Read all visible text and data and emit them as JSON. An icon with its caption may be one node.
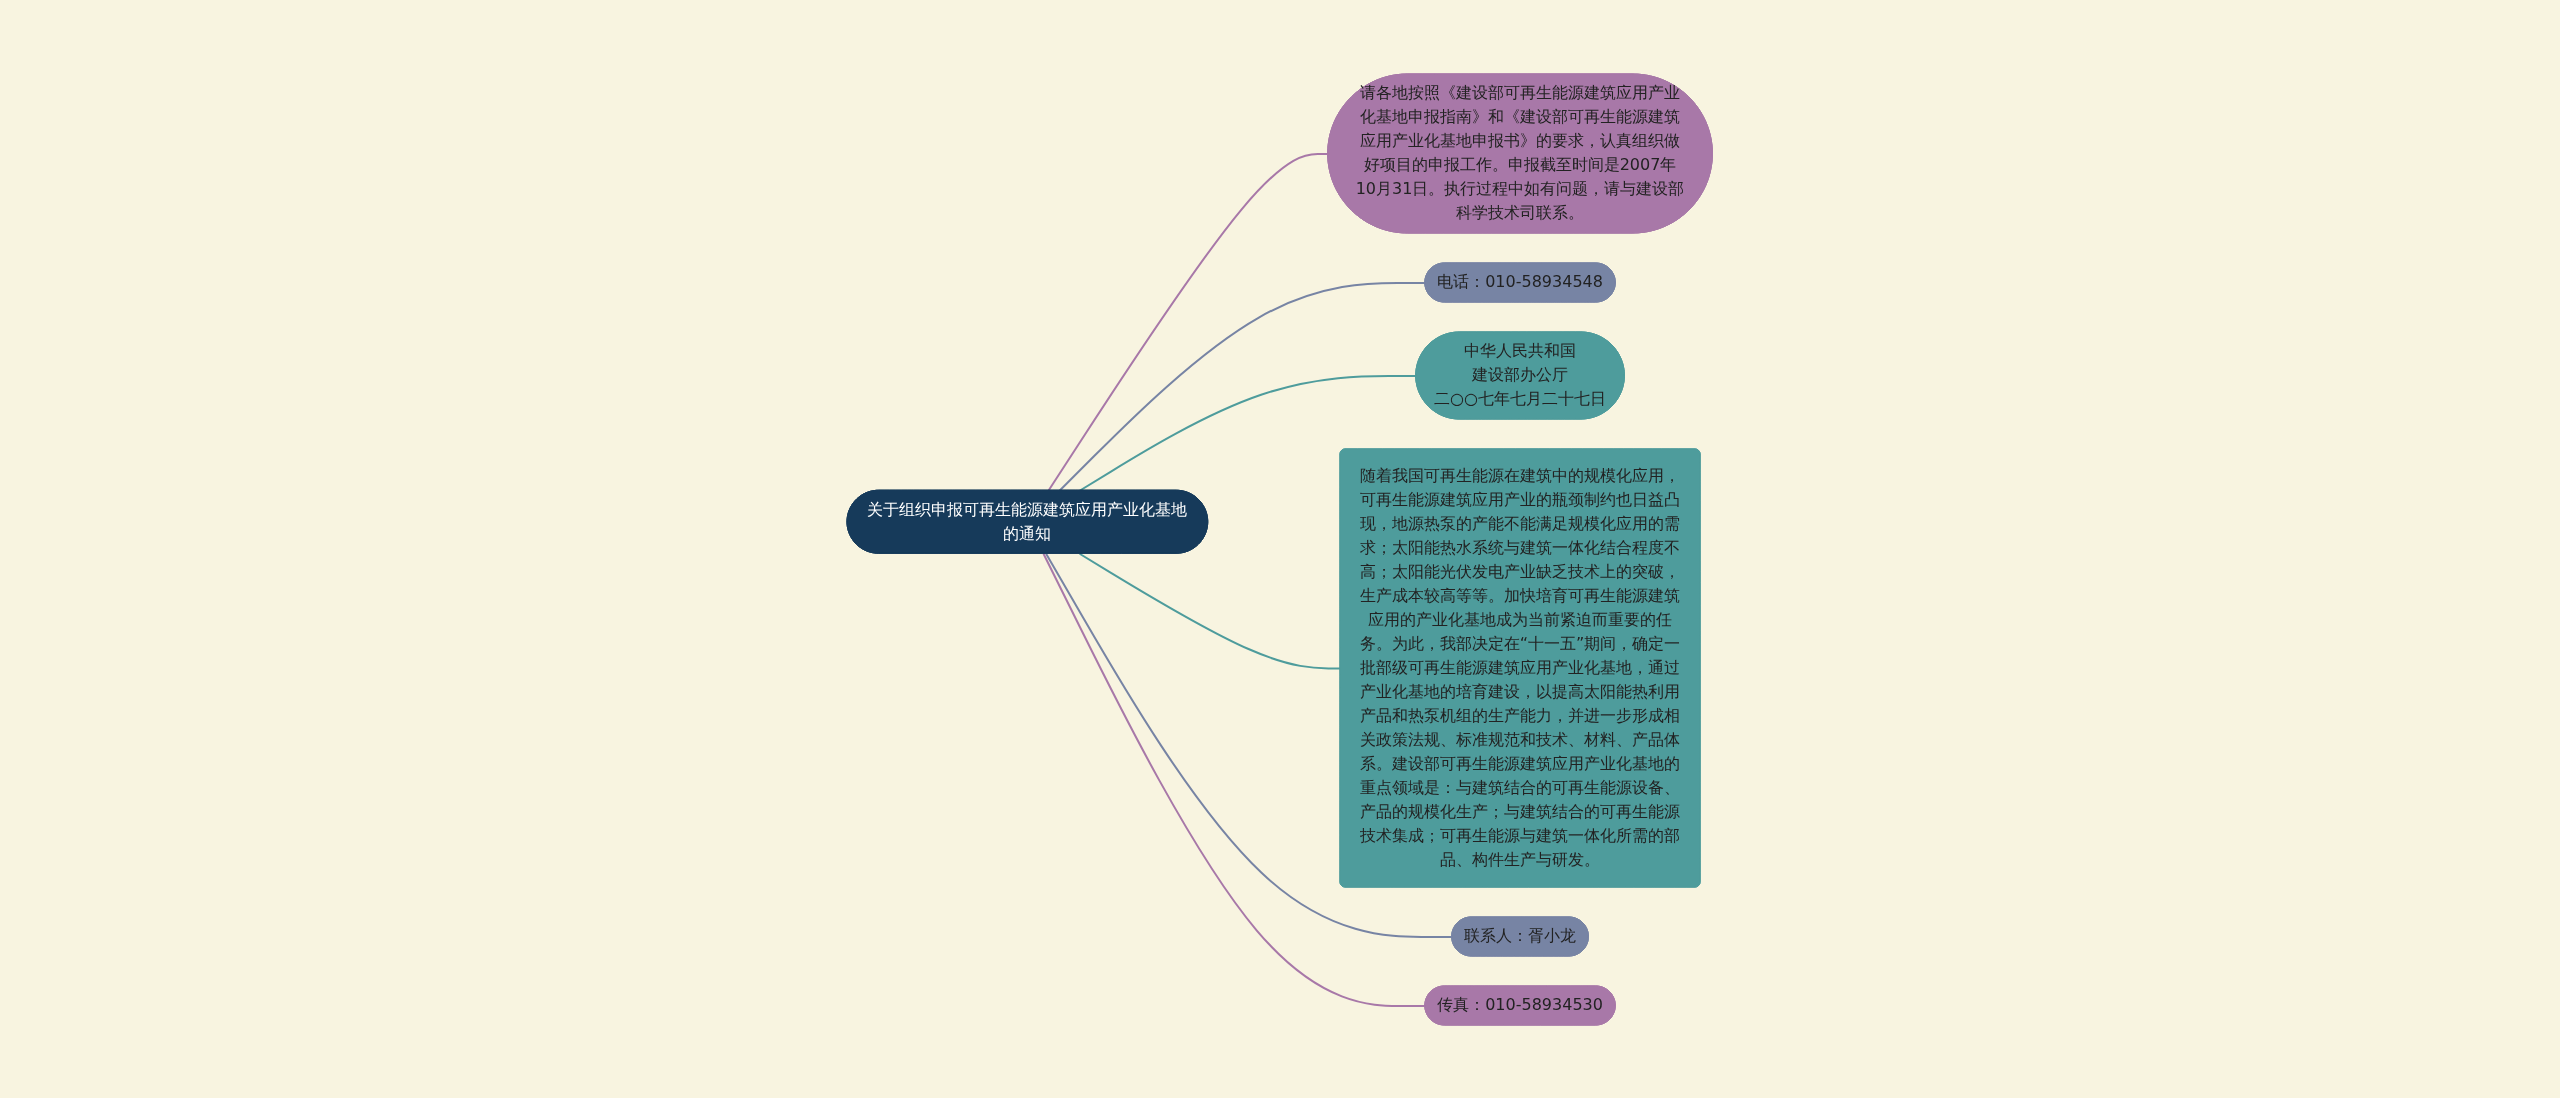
{
  "diagram": {
    "nodes": [
      {
        "text": [
          "关于组织申报可再生能源建筑应用产业化基地的通知"
        ]
      },
      {
        "text": [
          "请各地按照《建设部可再生能源建筑应用产业化基地申报指南》和《建设部可再生能源建筑应用产业化基地申报书》的要求，认真组织做好项目的申报工作。申报截至时间是2007年10月31日。执行过程中如有问题，请与建设部科学技术司联系。"
        ]
      },
      {
        "text": [
          "电话：010-58934548"
        ]
      },
      {
        "text": [
          "中华人民共和国",
          "建设部办公厅",
          "二○○七年七月二十七日"
        ]
      },
      {
        "text": [
          "随着我国可再生能源在建筑中的规模化应用，可再生能源建筑应用产业的瓶颈制约也日益凸现，地源热泵的产能不能满足规模化应用的需求；太阳能热水系统与建筑一体化结合程度不高；太阳能光伏发电产业缺乏技术上的突破，生产成本较高等等。加快培育可再生能源建筑应用的产业化基地成为当前紧迫而重要的任务。为此，我部决定在“十一五”期间，确定一批部级可再生能源建筑应用产业化基地，通过产业化基地的培育建设，以提高太阳能热利用产品和热泵机组的生产能力，并进一步形成相关政策法规、标准规范和技术、材料、产品体系。建设部可再生能源建筑应用产业化基地的重点领域是：与建筑结合的可再生能源设备、产品的规模化生产；与建筑结合的可再生能源技术集成；可再生能源与建筑一体化所需的部品、构件生产与研发。"
        ]
      },
      {
        "text": [
          "联系人：胥小龙"
        ]
      },
      {
        "text": [
          "传真：010-58934530"
        ]
      }
    ],
    "edges": [
      {
        "from": 0,
        "to": 1,
        "arrow": "none",
        "color": "#a878a8"
      },
      {
        "from": 0,
        "to": 2,
        "arrow": "none",
        "color": "#7784a4"
      },
      {
        "from": 0,
        "to": 3,
        "arrow": "none",
        "color": "#4e9c9c"
      },
      {
        "from": 0,
        "to": 4,
        "arrow": "none",
        "color": "#4e9c9c"
      },
      {
        "from": 0,
        "to": 5,
        "arrow": "none",
        "color": "#7784a4"
      },
      {
        "from": 0,
        "to": 6,
        "arrow": "none",
        "color": "#a878a8"
      }
    ]
  }
}
